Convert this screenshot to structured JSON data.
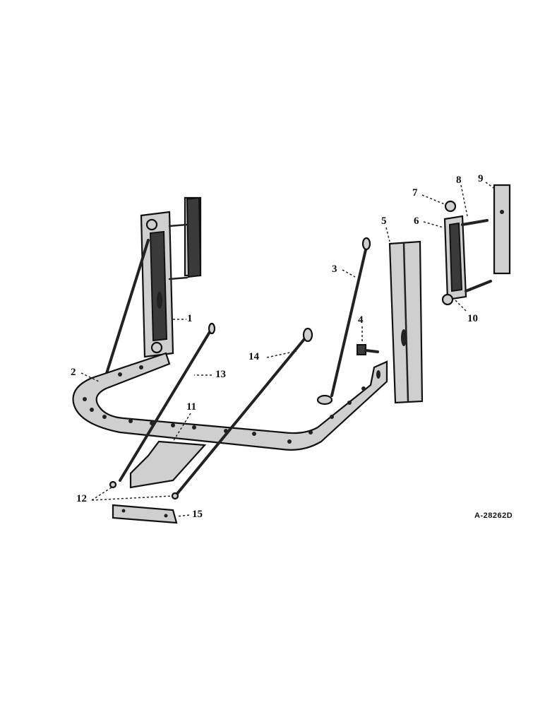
{
  "diagram": {
    "callouts": [
      "1",
      "2",
      "3",
      "4",
      "5",
      "6",
      "7",
      "8",
      "9",
      "10",
      "11",
      "12",
      "13",
      "14",
      "15"
    ],
    "figure_code": "A-28262D"
  }
}
